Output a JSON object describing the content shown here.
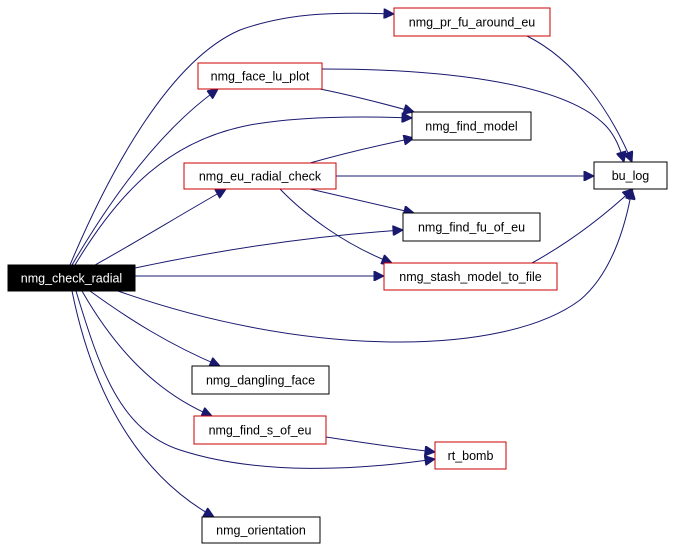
{
  "graph": {
    "nodes": [
      {
        "id": "nmg_check_radial",
        "label": "nmg_check_radial",
        "style": "root"
      },
      {
        "id": "nmg_pr_fu_around_eu",
        "label": "nmg_pr_fu_around_eu",
        "style": "red"
      },
      {
        "id": "nmg_face_lu_plot",
        "label": "nmg_face_lu_plot",
        "style": "red"
      },
      {
        "id": "nmg_find_model",
        "label": "nmg_find_model",
        "style": "black"
      },
      {
        "id": "nmg_eu_radial_check",
        "label": "nmg_eu_radial_check",
        "style": "red"
      },
      {
        "id": "bu_log",
        "label": "bu_log",
        "style": "black"
      },
      {
        "id": "nmg_find_fu_of_eu",
        "label": "nmg_find_fu_of_eu",
        "style": "black"
      },
      {
        "id": "nmg_stash_model_to_file",
        "label": "nmg_stash_model_to_file",
        "style": "red"
      },
      {
        "id": "nmg_dangling_face",
        "label": "nmg_dangling_face",
        "style": "black"
      },
      {
        "id": "nmg_find_s_of_eu",
        "label": "nmg_find_s_of_eu",
        "style": "red"
      },
      {
        "id": "rt_bomb",
        "label": "rt_bomb",
        "style": "red"
      },
      {
        "id": "nmg_orientation",
        "label": "nmg_orientation",
        "style": "black"
      }
    ],
    "edges": [
      {
        "from": "nmg_check_radial",
        "to": "nmg_pr_fu_around_eu"
      },
      {
        "from": "nmg_check_radial",
        "to": "nmg_face_lu_plot"
      },
      {
        "from": "nmg_check_radial",
        "to": "nmg_find_model"
      },
      {
        "from": "nmg_check_radial",
        "to": "nmg_eu_radial_check"
      },
      {
        "from": "nmg_check_radial",
        "to": "nmg_find_fu_of_eu"
      },
      {
        "from": "nmg_check_radial",
        "to": "nmg_stash_model_to_file"
      },
      {
        "from": "nmg_check_radial",
        "to": "bu_log"
      },
      {
        "from": "nmg_check_radial",
        "to": "nmg_dangling_face"
      },
      {
        "from": "nmg_check_radial",
        "to": "nmg_find_s_of_eu"
      },
      {
        "from": "nmg_check_radial",
        "to": "rt_bomb"
      },
      {
        "from": "nmg_check_radial",
        "to": "nmg_orientation"
      },
      {
        "from": "nmg_pr_fu_around_eu",
        "to": "bu_log"
      },
      {
        "from": "nmg_face_lu_plot",
        "to": "nmg_find_model"
      },
      {
        "from": "nmg_face_lu_plot",
        "to": "bu_log"
      },
      {
        "from": "nmg_eu_radial_check",
        "to": "nmg_find_model"
      },
      {
        "from": "nmg_eu_radial_check",
        "to": "bu_log"
      },
      {
        "from": "nmg_eu_radial_check",
        "to": "nmg_find_fu_of_eu"
      },
      {
        "from": "nmg_eu_radial_check",
        "to": "nmg_stash_model_to_file"
      },
      {
        "from": "nmg_stash_model_to_file",
        "to": "bu_log"
      },
      {
        "from": "nmg_find_s_of_eu",
        "to": "rt_bomb"
      }
    ],
    "colors": {
      "edge": "#191970",
      "root_fill": "#000000",
      "root_text": "#ffffff",
      "red_border": "#cc0000",
      "black_border": "#000000",
      "text": "#000000"
    }
  }
}
